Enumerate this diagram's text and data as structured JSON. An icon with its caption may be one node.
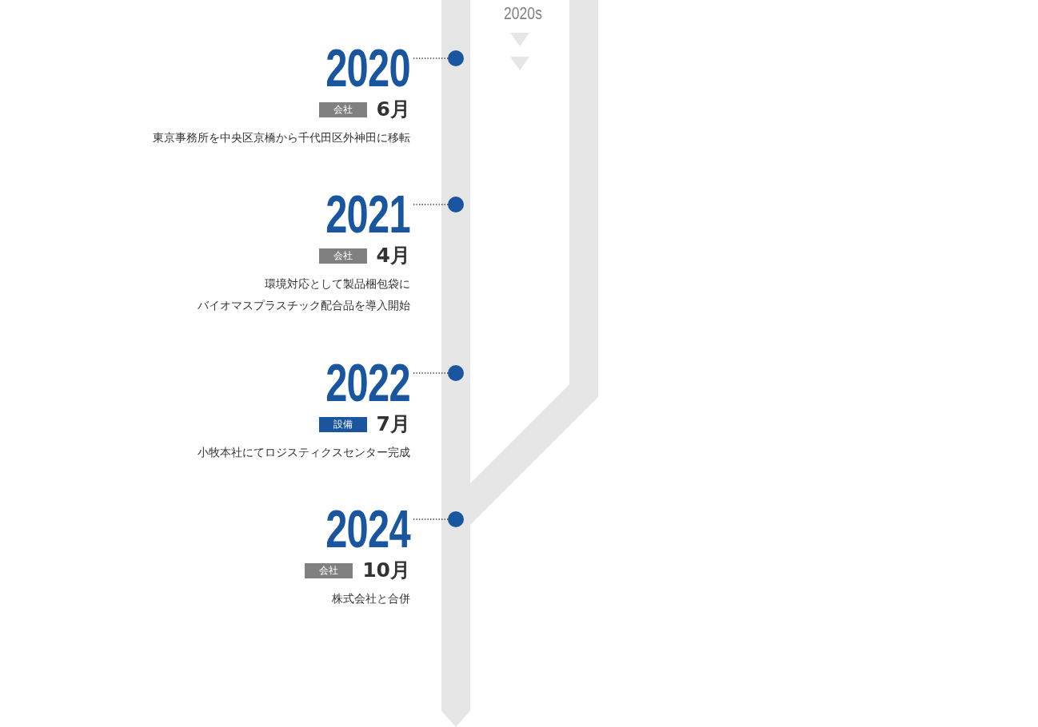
{
  "diagram": {
    "nodes": [
      {
        "text": [
          "2020"
        ],
        "beside": [
          "6月",
          "東京事務所を中央区京橋から千代田区外神田に移転"
        ]
      },
      {
        "text": [],
        "shape": "circle"
      },
      {
        "text": [
          "会社"
        ]
      },
      {
        "text": [
          "2021"
        ],
        "beside": [
          "4月",
          "環境対応として製品梱包袋にバイオマスプラスチック配合品を導入開始"
        ]
      },
      {
        "text": [],
        "shape": "circle"
      },
      {
        "text": [
          "会社"
        ]
      },
      {
        "text": [
          "2022"
        ],
        "beside": [
          "7月",
          "小牧本社にてロジスティクスセンター完成"
        ]
      },
      {
        "text": [],
        "shape": "circle"
      },
      {
        "text": [
          "設備"
        ]
      },
      {
        "text": [
          "2024"
        ],
        "beside": [
          "10月",
          "株式会社と合併"
        ]
      },
      {
        "text": [],
        "shape": "circle"
      },
      {
        "text": [
          "会社"
        ]
      }
    ],
    "edges": [
      {
        "from": 0,
        "to": 1,
        "arrow": "none"
      },
      {
        "from": 3,
        "to": 4,
        "arrow": "none"
      },
      {
        "from": 6,
        "to": 7,
        "arrow": "none"
      },
      {
        "from": 9,
        "to": 10,
        "arrow": "none"
      }
    ],
    "labels": [
      "2020s"
    ]
  }
}
